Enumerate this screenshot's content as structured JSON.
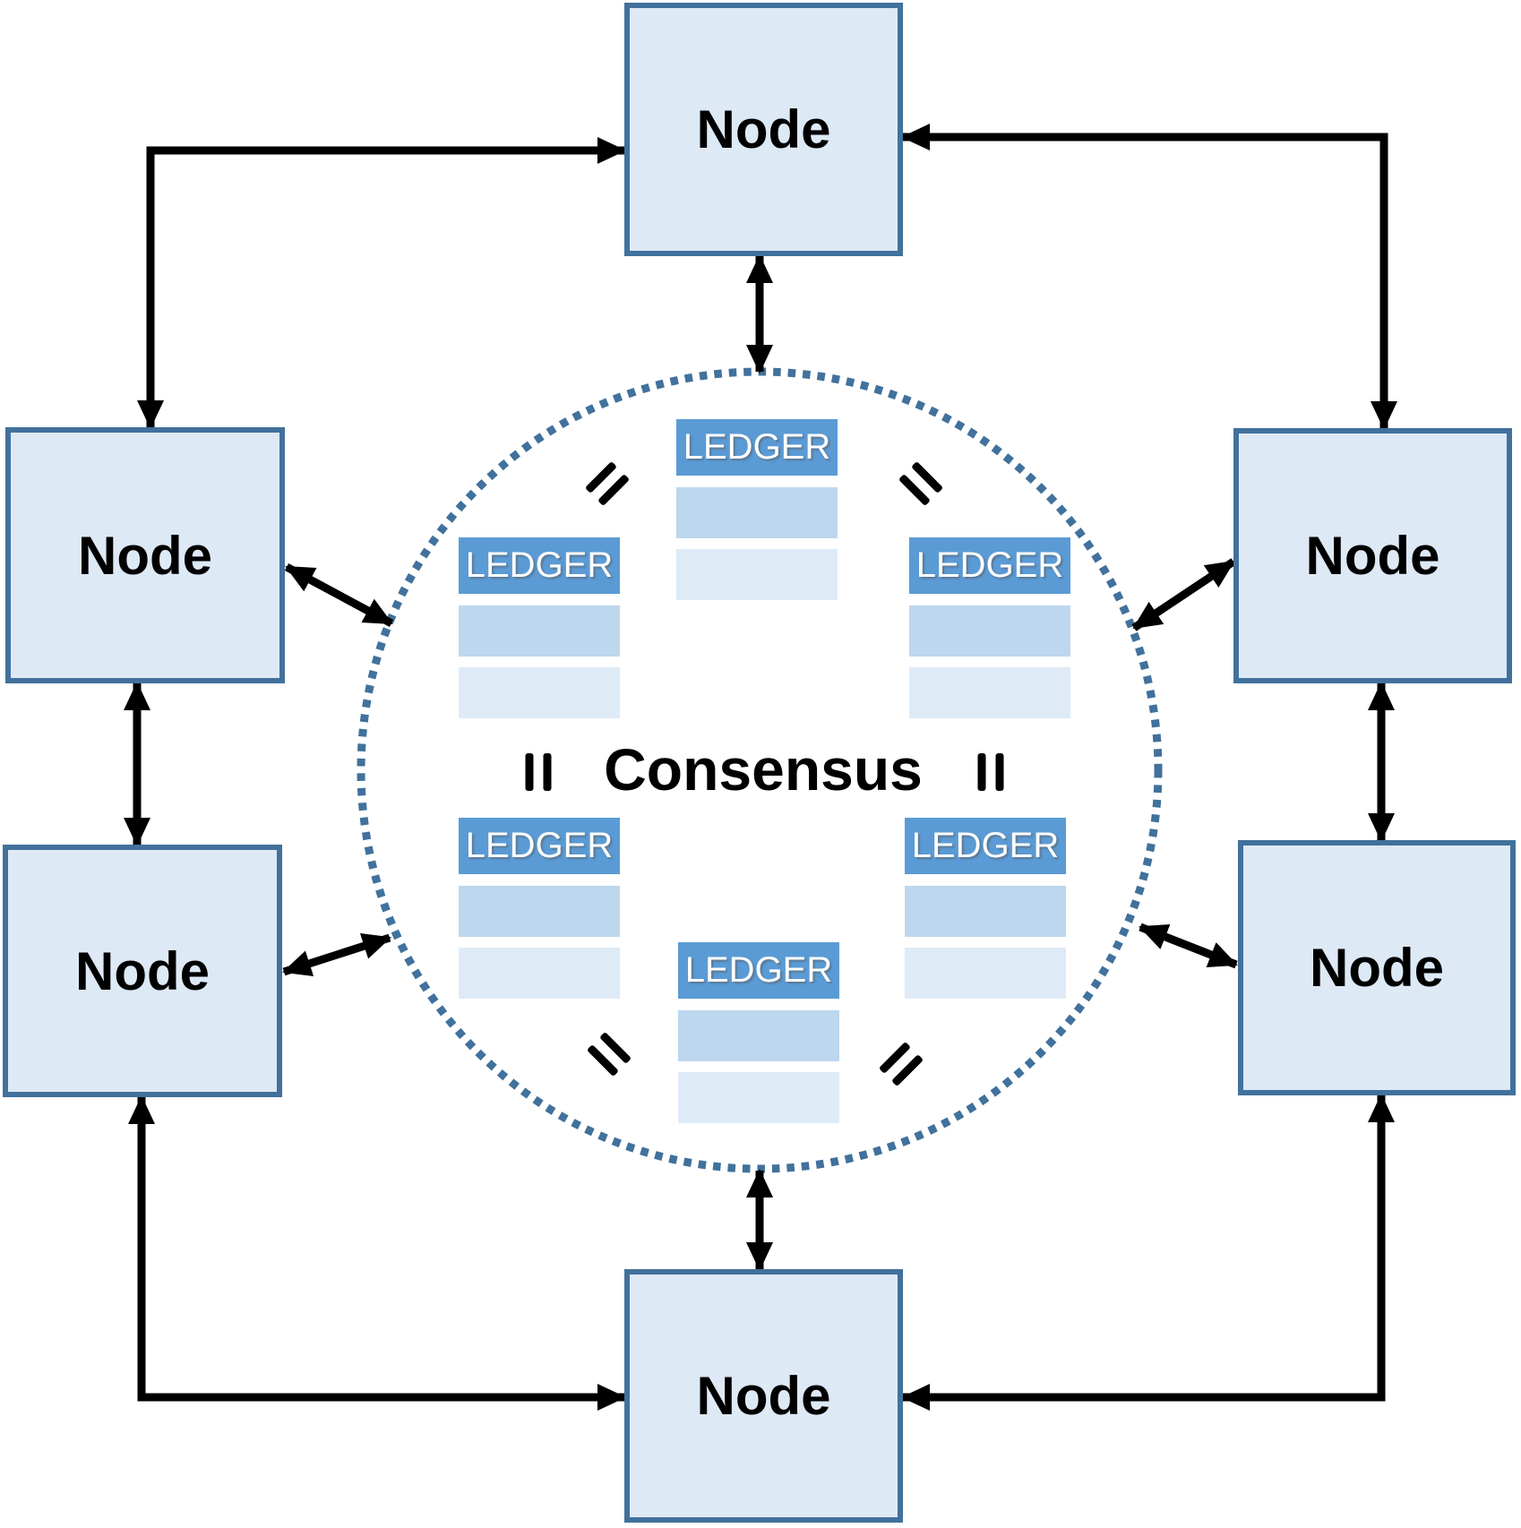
{
  "diagram": {
    "center_label": "Consensus",
    "ledger_header": "LEDGER",
    "nodes": [
      {
        "id": "top",
        "label": "Node"
      },
      {
        "id": "upper-left",
        "label": "Node"
      },
      {
        "id": "upper-right",
        "label": "Node"
      },
      {
        "id": "lower-left",
        "label": "Node"
      },
      {
        "id": "lower-right",
        "label": "Node"
      },
      {
        "id": "bottom",
        "label": "Node"
      }
    ],
    "ledgers": [
      {
        "id": "top-center",
        "header": "LEDGER"
      },
      {
        "id": "upper-left",
        "header": "LEDGER"
      },
      {
        "id": "upper-right",
        "header": "LEDGER"
      },
      {
        "id": "lower-left",
        "header": "LEDGER"
      },
      {
        "id": "lower-right",
        "header": "LEDGER"
      },
      {
        "id": "bottom-center",
        "header": "LEDGER"
      }
    ],
    "connections": [
      "node-top <-> node-upper-left (elbow, double arrow)",
      "node-top <-> node-upper-right (elbow, double arrow)",
      "node-bottom <-> node-lower-left (elbow, double arrow)",
      "node-bottom <-> node-lower-right (elbow, double arrow)",
      "node-upper-left <-> node-lower-left (double arrow)",
      "node-upper-right <-> node-lower-right (double arrow)",
      "node-top <-> consensus-circle (double arrow)",
      "node-bottom <-> consensus-circle (double arrow)",
      "node-upper-left <-> consensus-circle (diagonal double arrow)",
      "node-lower-left <-> consensus-circle (diagonal double arrow)",
      "node-upper-right <-> consensus-circle (diagonal double arrow)",
      "node-lower-right <-> consensus-circle (diagonal double arrow)"
    ],
    "colors": {
      "node_fill": "#dee9f6",
      "node_border": "#41719c",
      "ledger_header_fill": "#5b9bd5",
      "ledger_header_text": "#ffffff",
      "ledger_row_medium": "#bdd7ee",
      "ledger_row_light": "#deebf7",
      "dotted_circle": "#41719c",
      "arrow": "#000000",
      "text": "#000000",
      "background": "#ffffff"
    }
  }
}
